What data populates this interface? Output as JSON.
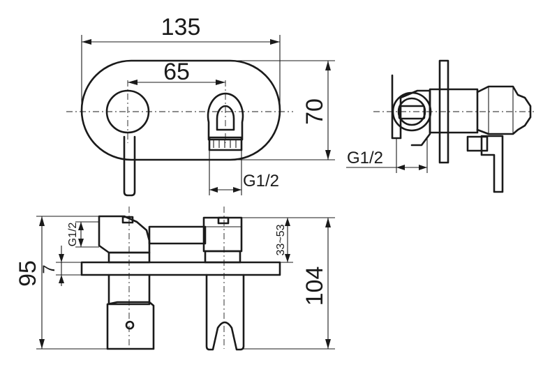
{
  "dimensions": {
    "overall_width": "135",
    "center_distance": "65",
    "plate_height": "70",
    "outlet_thread_front": "G1/2",
    "outlet_thread_side": "G1/2",
    "inlet_thread": "G1/2",
    "depth_range": "33~53",
    "total_height": "95",
    "plate_thickness": "7",
    "plate_to_holder": "104"
  }
}
